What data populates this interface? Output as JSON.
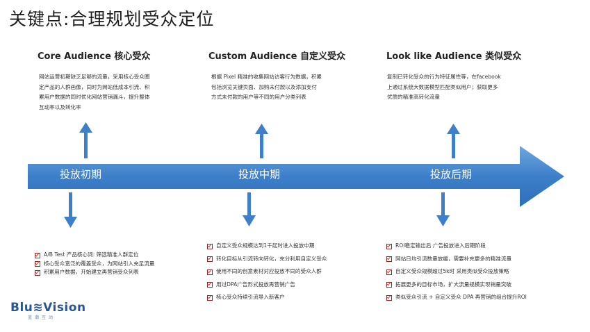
{
  "title": "关键点:合理规划受众定位",
  "columns": [
    {
      "heading": "Core Audience 核心受众",
      "description": [
        "网站运营初期缺乏足够的流量，采用核心受众圈",
        "定产品的人群画像，同时为网站低成本引流、积",
        "累用户数据的同时优化网站营销漏斗，提升整体",
        "互动率以及转化率"
      ],
      "stage": "投放初期",
      "items": [
        "A/B Test 产品核心词: 筛选精准人群定位",
        "核心受众宽泛的覆盖受众，为网站引入充足流量",
        "积累用户数据，开始建立再营销受众列表"
      ]
    },
    {
      "heading": "Custom Audience 自定义受众",
      "description": [
        "根据 Pixel 精准的收集网站访客行为数据，积累",
        "包括浏览关键页面、加购未付款以及添加支付",
        "方式未付款的用户等不同的用户分类列表"
      ],
      "stage": "投放中期",
      "items": [
        "自定义受众规模达到1千起时进入投放中期",
        "转化目标从引流转向转化，充分利用自定义受众",
        "使用不同的创意素材对应投放不同的受众人群",
        "用过DPA广告形式投放再营销广告",
        "核心受众持续引流导入新客户"
      ]
    },
    {
      "heading": "Look like Audience 类似受众",
      "description": [
        "复制已转化受众的行为特征属性等，在facebook",
        "上通过系统大数据模型匹配类似用户；获取更多",
        "优质的精准高转化流量"
      ],
      "stage": "投放后期",
      "items": [
        "ROI稳定输出后 广告投放进入后期阶段",
        "网站日均引流数量放缓，需要补充更多的精准流量",
        "自定义受众规模超过5k时 采用类似受众投放策略",
        "拓展更多的目标市场，扩大流量规模实现销量突破",
        "类似受众引流 + 自定义受众 DPA 再营销的组合提升ROI"
      ]
    }
  ],
  "logo": {
    "word": "Blu≋Vision",
    "sub": "蓝瀚互动"
  },
  "colors": {
    "arrow_main": "#3d7fc9",
    "arrow_light": "#6fa7de",
    "check": "#c0392b"
  }
}
